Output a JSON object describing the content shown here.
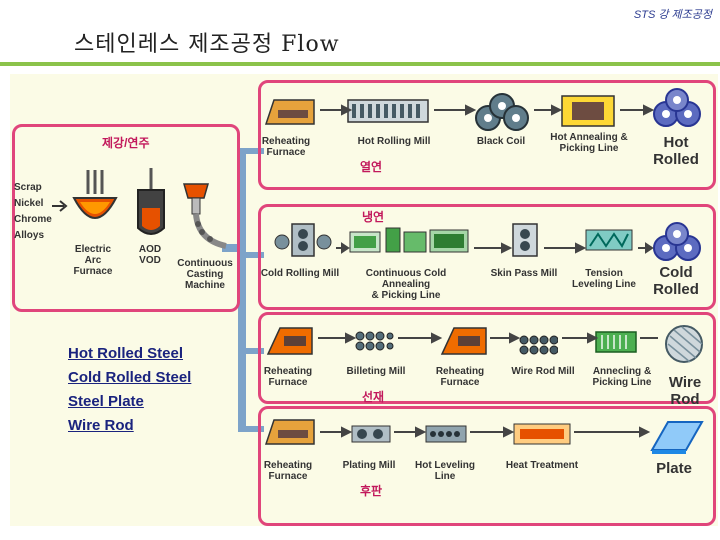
{
  "header": {
    "corner": "STS 강 제조공정",
    "title": "스테인레스 제조공정 Flow"
  },
  "steelmaking": {
    "label": "제강/연주",
    "inputs": [
      "Scrap",
      "Nickel",
      "Chrome",
      "Alloys"
    ],
    "steps": [
      "Electric\nArc Furnace",
      "AOD\nVOD",
      "Continuous\nCasting\nMachine"
    ]
  },
  "legend": [
    "Hot Rolled Steel",
    "Cold Rolled Steel",
    "Steel Plate",
    "Wire Rod"
  ],
  "lines": [
    {
      "korean": "열연",
      "steps": [
        "Reheating\nFurnace",
        "Hot Rolling Mill",
        "Black Coil",
        "Hot Annealing &\nPicking Line"
      ],
      "product": "Hot\nRolled"
    },
    {
      "korean": "냉연",
      "steps": [
        "Cold Rolling Mill",
        "Continuous Cold Annealing\n& Picking Line",
        "Skin Pass Mill",
        "Tension\nLeveling Line"
      ],
      "product": "Cold\nRolled"
    },
    {
      "korean": "선재",
      "steps": [
        "Reheating\nFurnace",
        "Billeting Mill",
        "Reheating\nFurnace",
        "Wire Rod Mill",
        "Annecling &\nPicking Line"
      ],
      "product": "Wire\nRod"
    },
    {
      "korean": "후판",
      "steps": [
        "Reheating\nFurnace",
        "Plating Mill",
        "Hot Leveling\nLine",
        "Heat Treatment"
      ],
      "product": "Plate"
    }
  ]
}
